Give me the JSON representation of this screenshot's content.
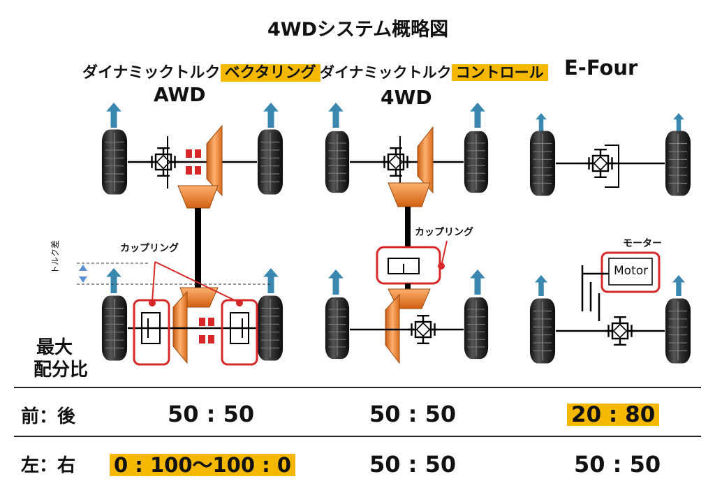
{
  "title": "4WDシステム概略図",
  "columns": [
    {
      "name_prefix": "ダイナミックトルク",
      "name_highlight": "ベクタリング",
      "subtitle": "AWD"
    },
    {
      "name_prefix": "ダイナミックトルク",
      "name_highlight": "コントロール",
      "subtitle": "4WD"
    },
    {
      "name_prefix": "E-Four",
      "name_highlight": "",
      "subtitle": ""
    }
  ],
  "labels": {
    "coupling_awd": "カップリング",
    "coupling_4wd": "カップリング",
    "torque_diff": "トルク差",
    "motor_caption": "モーター",
    "motor_box": "Motor"
  },
  "table": {
    "header": "最大\n配分比",
    "header_line1": "最大",
    "header_line2": "配分比",
    "rows": [
      {
        "label": "前：後",
        "values": [
          "50 : 50",
          "50 : 50",
          "20 : 80"
        ],
        "highlight": [
          false,
          false,
          true
        ]
      },
      {
        "label": "左：右",
        "values": [
          "0 : 100〜100 : 0",
          "50 : 50",
          "50 : 50"
        ],
        "highlight": [
          true,
          false,
          false
        ]
      }
    ]
  },
  "colors": {
    "highlight": "#f5b800",
    "arrow": "#3a87b0",
    "gear": "#f08a30",
    "coupling": "#d62828",
    "torque_arrow": "#5a8fd0",
    "tire": "#2b2b2b"
  }
}
